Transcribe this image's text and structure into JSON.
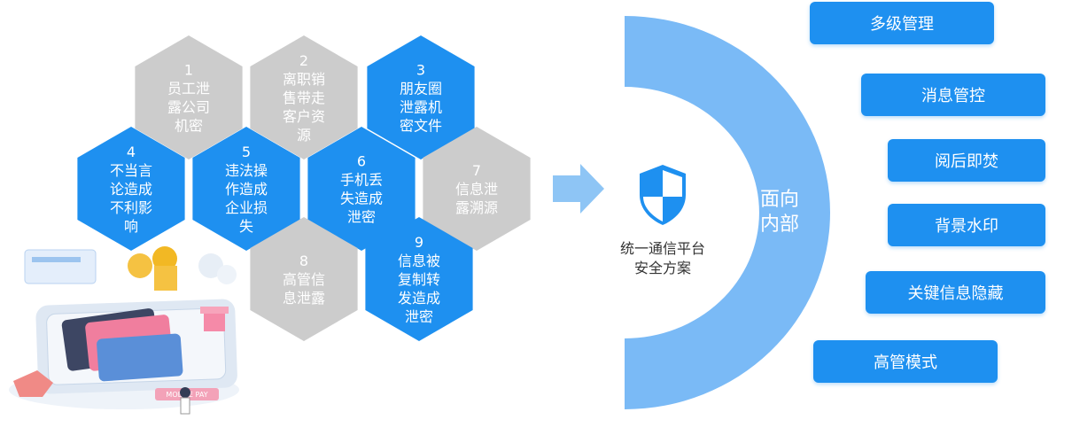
{
  "hexagons": [
    {
      "num": "1",
      "lines": [
        "员工泄",
        "露公司",
        "机密"
      ],
      "color": "#cccccc"
    },
    {
      "num": "2",
      "lines": [
        "离职销",
        "售带走",
        "客户资",
        "源"
      ],
      "color": "#cccccc"
    },
    {
      "num": "3",
      "lines": [
        "朋友圈",
        "泄露机",
        "密文件"
      ],
      "color": "#1e90f0"
    },
    {
      "num": "4",
      "lines": [
        "不当言",
        "论造成",
        "不利影",
        "响"
      ],
      "color": "#1e90f0"
    },
    {
      "num": "5",
      "lines": [
        "违法操",
        "作造成",
        "企业损",
        "失"
      ],
      "color": "#1e90f0"
    },
    {
      "num": "6",
      "lines": [
        "手机丢",
        "失造成",
        "泄密"
      ],
      "color": "#1e90f0"
    },
    {
      "num": "7",
      "lines": [
        "信息泄",
        "露溯源"
      ],
      "color": "#cccccc"
    },
    {
      "num": "8",
      "lines": [
        "高管信",
        "息泄露"
      ],
      "color": "#cccccc"
    },
    {
      "num": "9",
      "lines": [
        "信息被",
        "复制转",
        "发造成",
        "泄密"
      ],
      "color": "#1e90f0"
    }
  ],
  "center": {
    "line1": "统一通信平台",
    "line2": "安全方案"
  },
  "arc": {
    "line1": "面向",
    "line2": "内部"
  },
  "features": [
    "多级管理",
    "消息管控",
    "阅后即焚",
    "背景水印",
    "关键信息隐藏",
    "高管模式"
  ],
  "illustration": {
    "card_text": "MOBILE PAY"
  },
  "colors": {
    "blue": "#1e90f0",
    "light_blue": "#7abaf6",
    "gray": "#cccccc",
    "arrow": "#8ec5f5"
  }
}
